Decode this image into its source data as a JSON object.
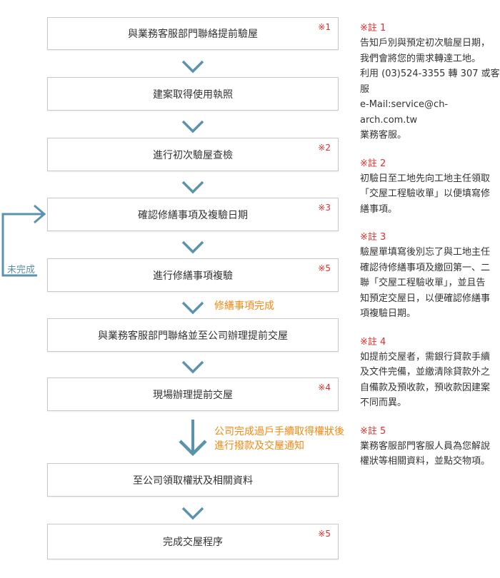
{
  "steps": [
    {
      "label": "與業務客服部門聯絡提前驗屋",
      "mark": "※1"
    },
    {
      "label": "建案取得使用執照",
      "mark": ""
    },
    {
      "label": "進行初次驗屋查檢",
      "mark": "※2"
    },
    {
      "label": "確認修繕事項及複驗日期",
      "mark": "※3"
    },
    {
      "label": "進行修繕事項複驗",
      "mark": "※5"
    },
    {
      "label": "與業務客服部門聯絡並至公司辦理提前交屋",
      "mark": ""
    },
    {
      "label": "現場辦理提前交屋",
      "mark": "※4"
    },
    {
      "label": "至公司領取權狀及相關資料",
      "mark": ""
    },
    {
      "label": "完成交屋程序",
      "mark": "※5"
    }
  ],
  "transitions": {
    "repair_done": "修繕事項完成",
    "company_notice_line1": "公司完成過戶手續取得權狀後",
    "company_notice_line2": "進行撥款及交屋通知",
    "not_done": "未完成"
  },
  "notes": [
    {
      "title": "※註 1",
      "body": "告知戶別與預定初次驗屋日期，\n我們會將您的需求轉達工地。\n利用 (03)524-3355 轉 307 或客服\ne-Mail:service@ch-arch.com.tw\n業務客服。"
    },
    {
      "title": "※註 2",
      "body": "初驗日至工地先向工地主任領取\n「交屋工程驗收單」以便填寫修\n繕事項。"
    },
    {
      "title": "※註 3",
      "body": "驗屋單填寫後別忘了與工地主任\n確認待修繕事項及繳回第一、二\n聯「交屋工程驗收單」，並且告\n知預定交屋日，以便確認修繕事\n項複驗日期。"
    },
    {
      "title": "※註 4",
      "body": "如提前交屋者，需銀行貸款手續\n及文件完備，並繳清除貸款外之\n自備款及預收款，預收款因建案\n不同而異。"
    },
    {
      "title": "※註 5",
      "body": "業務客服部門客服人員為您解說\n權狀等相關資料，並點交物項。"
    }
  ],
  "colors": {
    "arrow": "#5b93ad",
    "mark": "#d9302b",
    "transition_text": "#ee8a14",
    "box_border": "#c9c9c9"
  }
}
